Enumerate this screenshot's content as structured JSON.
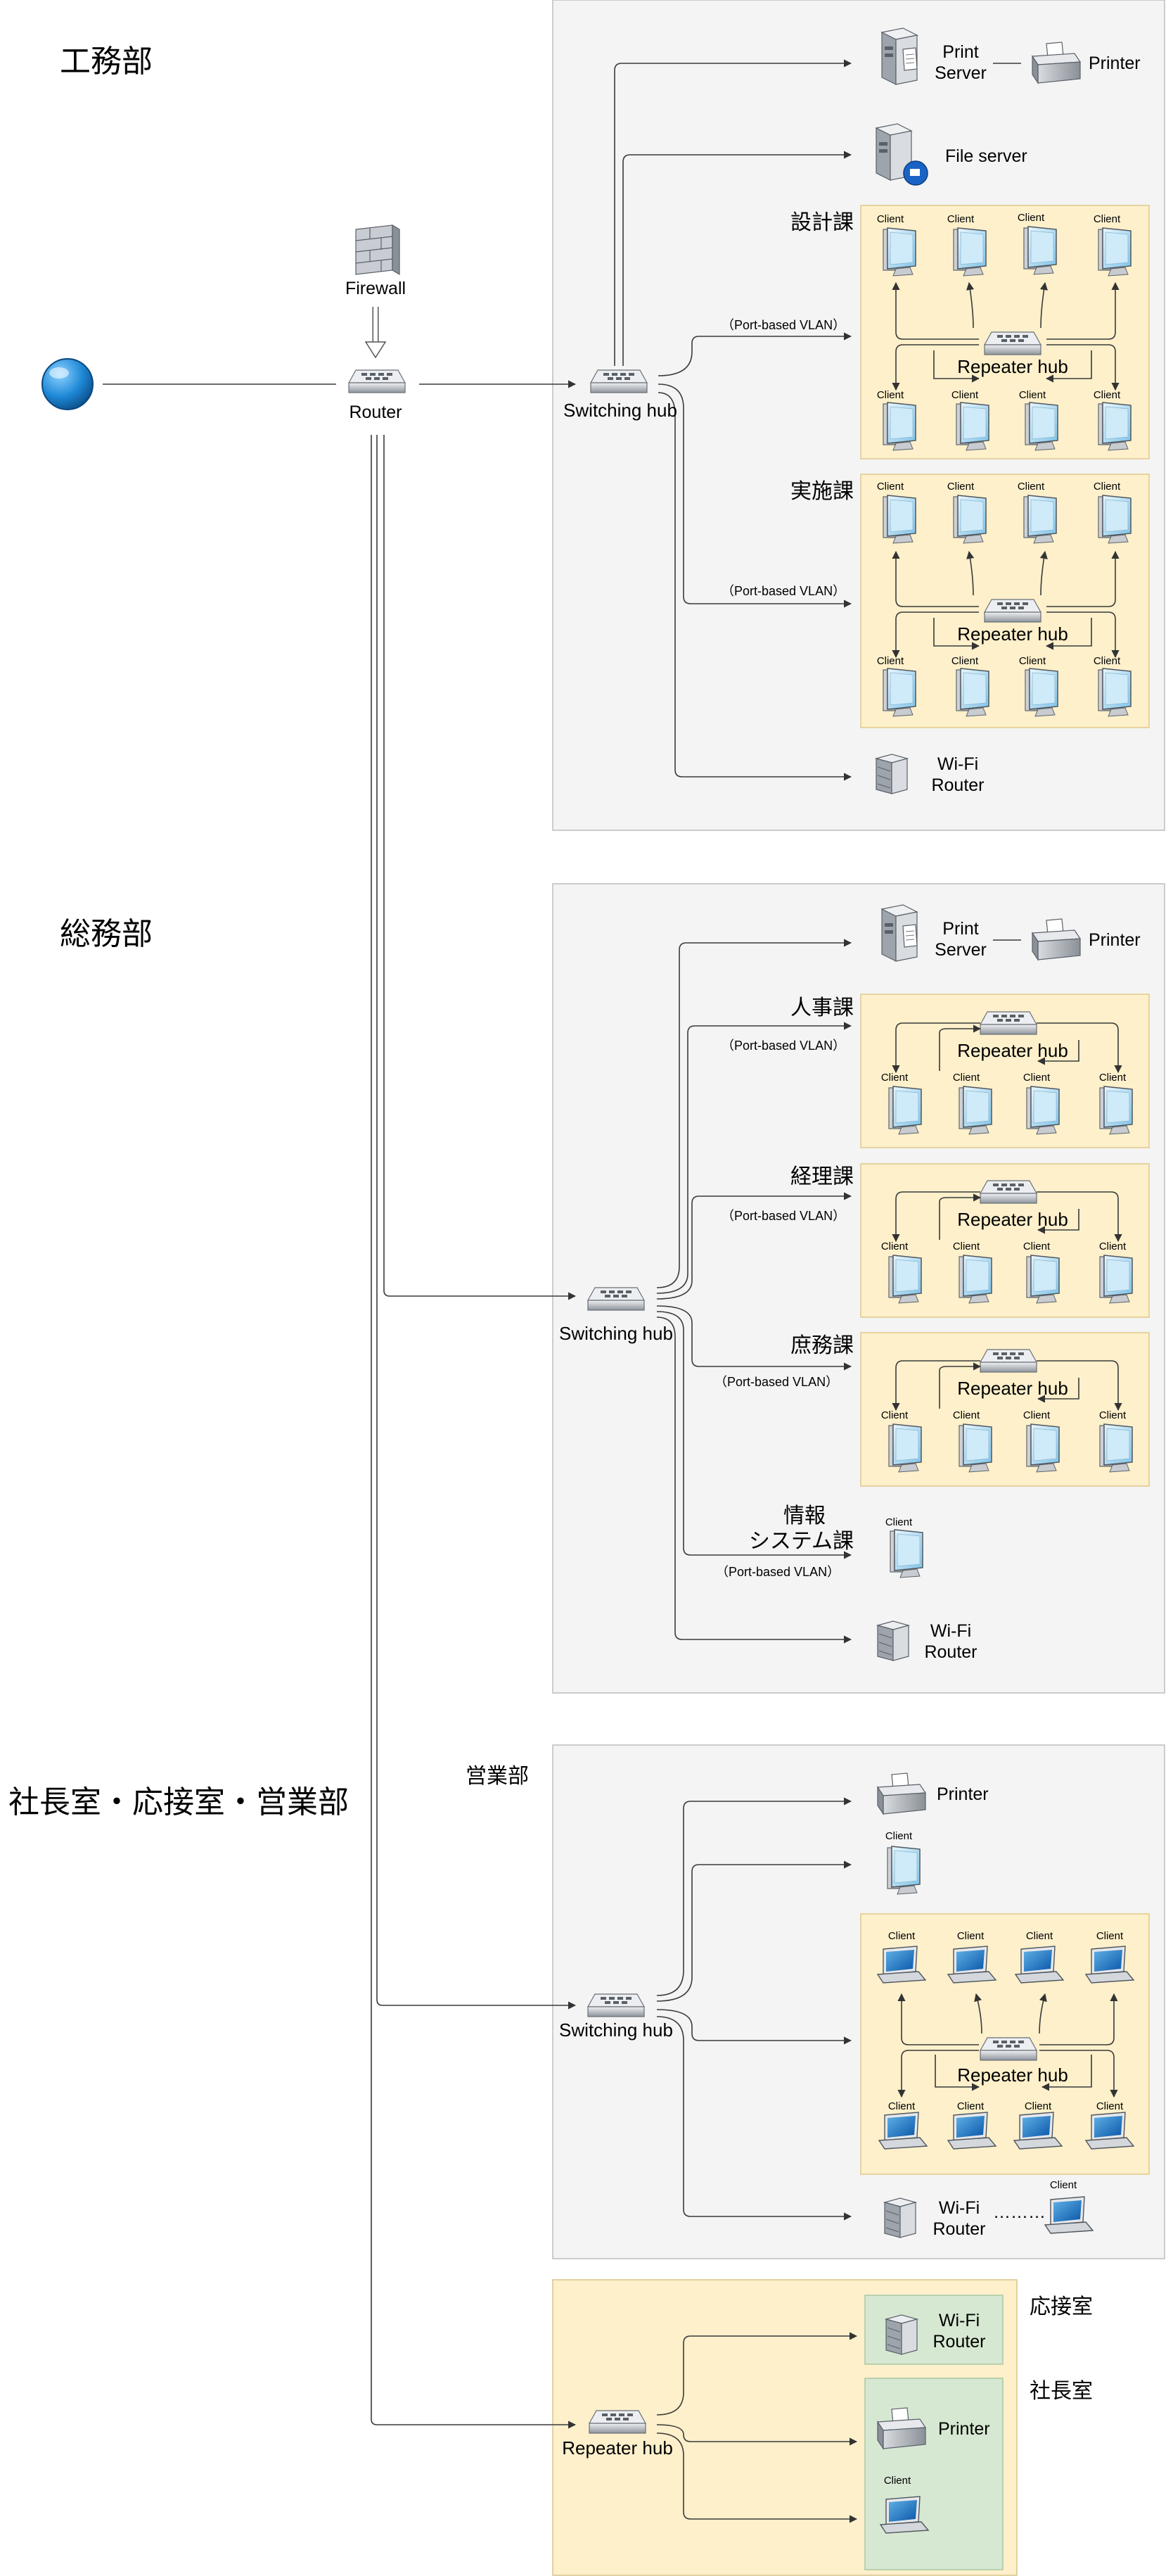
{
  "departments": {
    "engineering": "工務部",
    "general_affairs": "総務部",
    "exec_sales": "社長室・応接室・営業部"
  },
  "top_block": {
    "firewall": "Firewall",
    "router": "Router",
    "switch": "Switching hub",
    "print_server": "Print Server",
    "printer": "Printer",
    "file_server": "File server",
    "sections": [
      "設計課",
      "実施課"
    ],
    "repeater": "Repeater hub",
    "client": "Client",
    "vlan": "（Port-based VLAN）",
    "wifi": "Wi-Fi Router"
  },
  "mid_block": {
    "switch": "Switching hub",
    "print_server": "Print Server",
    "printer": "Printer",
    "sections": [
      "人事課",
      "経理課",
      "庶務課"
    ],
    "info_section": [
      "情報",
      "システム課"
    ],
    "repeater": "Repeater hub",
    "client": "Client",
    "vlan": "（Port-based VLAN）",
    "wifi": "Wi-Fi Router"
  },
  "sales_block": {
    "title": "営業部",
    "switch": "Switching hub",
    "printer": "Printer",
    "client": "Client",
    "repeater": "Repeater hub",
    "wifi": "Wi-Fi Router",
    "dots": "………"
  },
  "exec_block": {
    "reception": "応接室",
    "president": "社長室",
    "repeater": "Repeater hub",
    "wifi": "Wi-Fi Router",
    "printer": "Printer",
    "client": "Client"
  },
  "colors": {
    "zone_bg": "#f4f4f4",
    "section_bg": "#fdf0cb",
    "room_bg": "#d6e8d2",
    "globe": "#1e88d6"
  }
}
